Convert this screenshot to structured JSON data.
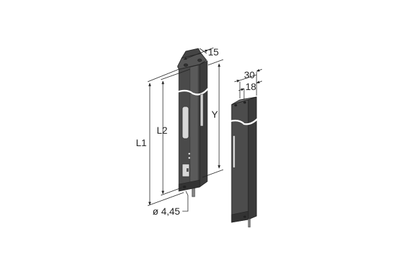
{
  "drawing": {
    "type": "technical dimension drawing",
    "colors": {
      "body_dark": "#3a3a3a",
      "body_mid": "#4e4e4e",
      "body_light": "#6a6a6a",
      "window": "#d8d8d8",
      "line": "#222222",
      "background": "#ffffff"
    },
    "sensor": {
      "dimensions": {
        "width_label": "15",
        "l1_label": "L1",
        "l2_label": "L2",
        "y_label": "Y",
        "cable_diameter_label": "ø 4,45"
      }
    },
    "actuator": {
      "dimensions": {
        "width_label": "30",
        "inner_width_label": "18"
      }
    }
  }
}
